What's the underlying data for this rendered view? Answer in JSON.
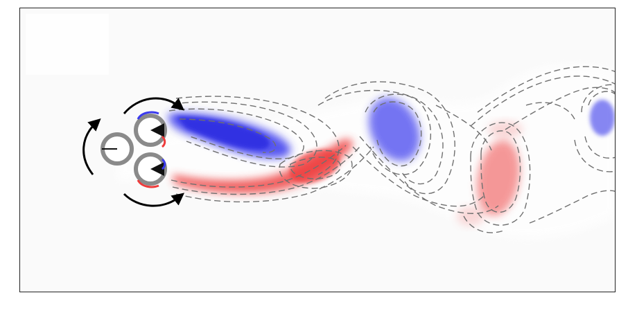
{
  "figure": {
    "kind": "vorticity-wake-visualization",
    "colors": {
      "background": "#fafafa",
      "frame": "#222222",
      "positive_vorticity": "#ee3b3b",
      "negative_vorticity": "#3a3aee",
      "contour": "#6f6f6f",
      "cylinder_fill": "#ffffff",
      "cylinder_edge": "#8a8a8a",
      "rotation_arrow": "#000000"
    },
    "cylinders": [
      {
        "id": "front",
        "rotation": "counterclockwise"
      },
      {
        "id": "top",
        "rotation": "clockwise"
      },
      {
        "id": "bottom",
        "rotation": "counterclockwise"
      }
    ],
    "icons": [
      "rotation-arrow-icon",
      "cylinder-icon"
    ]
  }
}
